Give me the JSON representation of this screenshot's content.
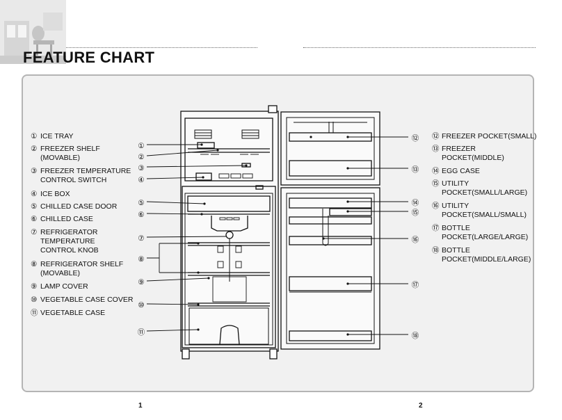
{
  "page": {
    "title": "FEATURE CHART",
    "page_numbers": [
      "1",
      "2"
    ]
  },
  "features": [
    {
      "n": "①",
      "lines": [
        "ICE TRAY"
      ]
    },
    {
      "n": "②",
      "lines": [
        "FREEZER SHELF",
        "(MOVABLE)"
      ]
    },
    {
      "n": "③",
      "lines": [
        "FREEZER TEMPERATURE",
        "CONTROL SWITCH"
      ]
    },
    {
      "n": "④",
      "lines": [
        "ICE BOX"
      ]
    },
    {
      "n": "⑤",
      "lines": [
        "CHILLED CASE DOOR"
      ]
    },
    {
      "n": "⑥",
      "lines": [
        "CHILLED CASE"
      ]
    },
    {
      "n": "⑦",
      "lines": [
        "REFRIGERATOR",
        "TEMPERATURE",
        "CONTROL KNOB"
      ]
    },
    {
      "n": "⑧",
      "lines": [
        "REFRIGERATOR SHELF",
        "(MOVABLE)"
      ]
    },
    {
      "n": "⑨",
      "lines": [
        "LAMP COVER"
      ]
    },
    {
      "n": "⑩",
      "lines": [
        "VEGETABLE CASE COVER"
      ]
    },
    {
      "n": "⑪",
      "lines": [
        "VEGETABLE CASE"
      ]
    },
    {
      "n": "⑫",
      "lines": [
        "FREEZER POCKET(SMALL)"
      ]
    },
    {
      "n": "⑬",
      "lines": [
        "FREEZER",
        "POCKET(MIDDLE)"
      ]
    },
    {
      "n": "⑭",
      "lines": [
        "EGG CASE"
      ]
    },
    {
      "n": "⑮",
      "lines": [
        "UTILITY",
        "POCKET(SMALL/LARGE)"
      ]
    },
    {
      "n": "⑯",
      "lines": [
        "UTILITY",
        "POCKET(SMALL/SMALL)"
      ]
    },
    {
      "n": "⑰",
      "lines": [
        "BOTTLE",
        "POCKET(LARGE/LARGE)"
      ]
    },
    {
      "n": "⑱",
      "lines": [
        "BOTTLE",
        "POCKET(MIDDLE/LARGE)"
      ]
    }
  ]
}
